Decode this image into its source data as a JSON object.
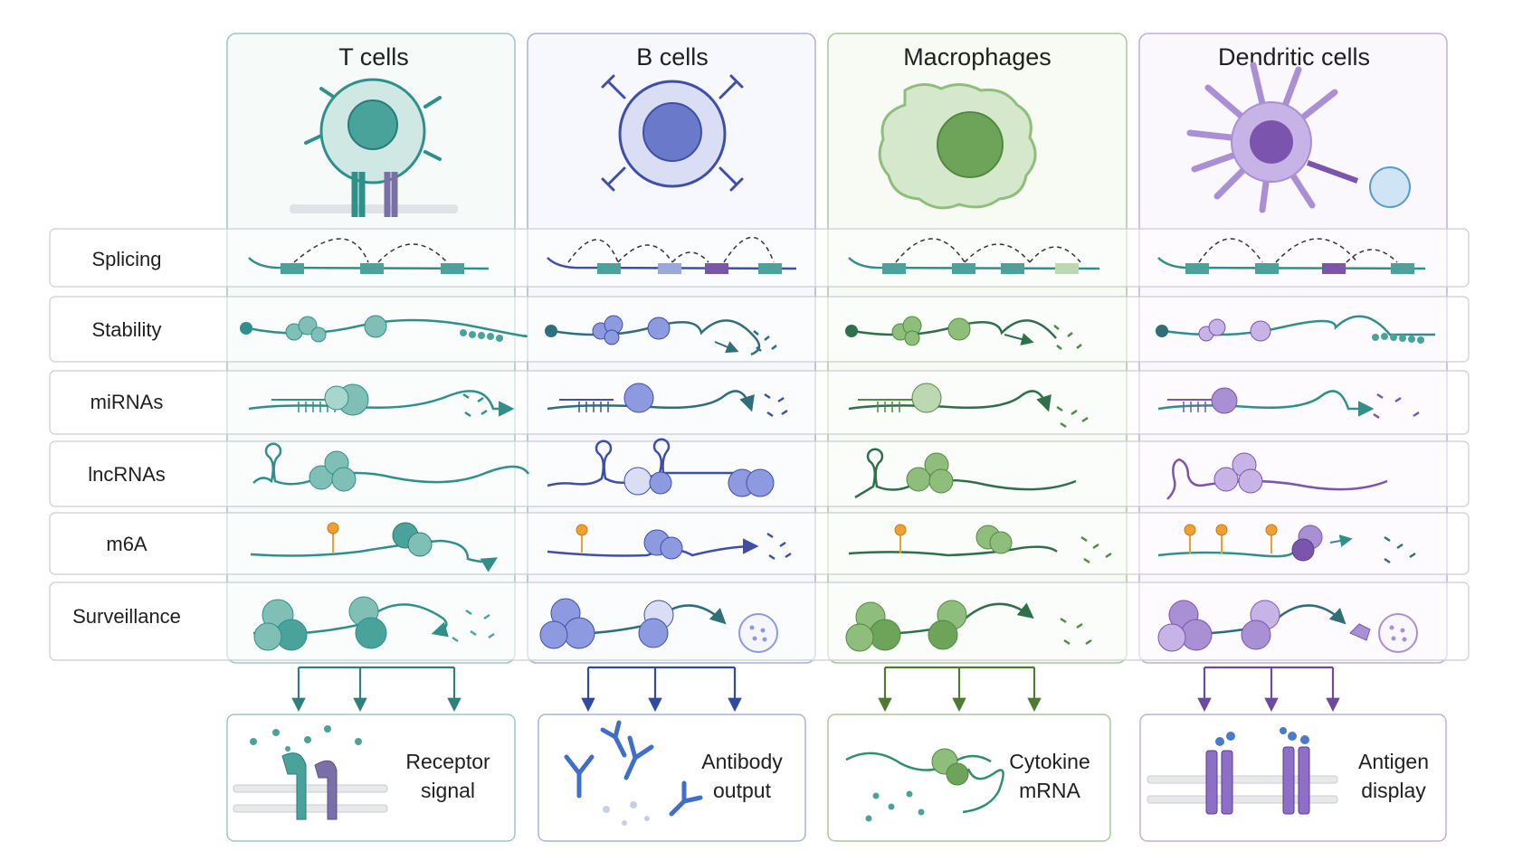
{
  "columns": [
    {
      "title": "T cells",
      "accent": "#2f8f8a",
      "light": "#cfe8e4",
      "mid": "#7fbfb6",
      "border": "#9fc7c3"
    },
    {
      "title": "B cells",
      "accent": "#3f4fa8",
      "light": "#d9def5",
      "mid": "#8e9ae0",
      "border": "#a9b3df"
    },
    {
      "title": "Macrophages",
      "accent": "#4f8a3f",
      "light": "#d6e8cc",
      "mid": "#8fbe7c",
      "border": "#a9c99a"
    },
    {
      "title": "Dendritic cells",
      "accent": "#7b55ad",
      "light": "#e3d7f2",
      "mid": "#a98fd4",
      "border": "#c2addf"
    }
  ],
  "rows": [
    "Splicing",
    "Stability",
    "miRNAs",
    "lncRNAs",
    "m6A",
    "Surveillance"
  ],
  "outputs": [
    {
      "line1": "Receptor",
      "line2": "signal"
    },
    {
      "line1": "Antibody",
      "line2": "output"
    },
    {
      "line1": "Cytokine",
      "line2": "mRNA"
    },
    {
      "line1": "Antigen",
      "line2": "display"
    }
  ],
  "colors": {
    "grid_border": "#c9cdd2",
    "orange_mark": "#f0a030",
    "text": "#1f1f1f"
  }
}
